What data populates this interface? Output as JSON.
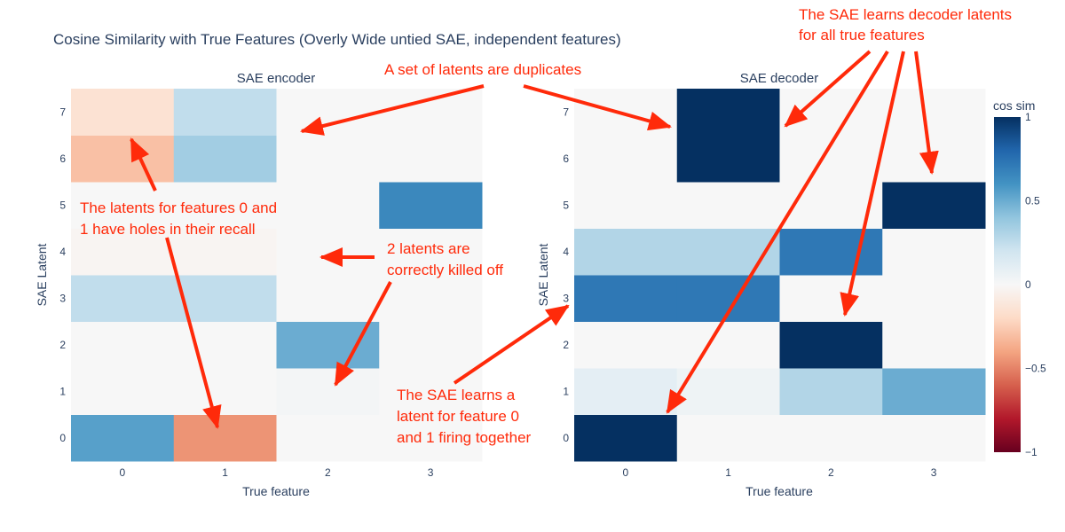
{
  "chart_data": {
    "type": "heatmap",
    "title": "Cosine Similarity with True Features (Overly Wide untied SAE, independent features)",
    "panels": [
      {
        "subtitle": "SAE encoder",
        "xlabel": "True feature",
        "ylabel": "SAE Latent",
        "x": [
          0,
          1,
          2,
          3
        ],
        "y": [
          0,
          1,
          2,
          3,
          4,
          5,
          6,
          7
        ],
        "z": [
          [
            0.55,
            -0.45,
            0.0,
            0.0
          ],
          [
            0.0,
            0.0,
            0.02,
            0.0
          ],
          [
            0.0,
            0.0,
            0.5,
            0.0
          ],
          [
            0.25,
            0.25,
            0.0,
            0.0
          ],
          [
            -0.02,
            -0.02,
            0.0,
            0.0
          ],
          [
            0.0,
            0.0,
            0.0,
            0.65
          ],
          [
            -0.3,
            0.35,
            0.0,
            0.0
          ],
          [
            -0.15,
            0.25,
            0.0,
            0.0
          ]
        ]
      },
      {
        "subtitle": "SAE decoder",
        "xlabel": "True feature",
        "ylabel": "",
        "x": [
          0,
          1,
          2,
          3
        ],
        "y": [
          0,
          1,
          2,
          3,
          4,
          5,
          6,
          7
        ],
        "z": [
          [
            1.0,
            0.0,
            0.0,
            0.0
          ],
          [
            0.1,
            0.05,
            0.3,
            0.5
          ],
          [
            0.0,
            0.0,
            1.0,
            0.0
          ],
          [
            0.72,
            0.72,
            0.0,
            0.0
          ],
          [
            0.3,
            0.3,
            0.72,
            0.0
          ],
          [
            0.0,
            0.0,
            0.0,
            1.0
          ],
          [
            0.0,
            1.0,
            0.0,
            0.0
          ],
          [
            0.0,
            1.0,
            0.0,
            0.0
          ]
        ]
      }
    ],
    "colorbar": {
      "title": "cos sim",
      "zmin": -1,
      "zmax": 1,
      "ticks": [
        1,
        0.5,
        0,
        -0.5,
        -1
      ],
      "tick_labels": [
        "1",
        "0.5",
        "0",
        "−0.5",
        "−1"
      ],
      "colorscale": "RdBu"
    }
  },
  "annotations": {
    "duplicates": "A set of latents are duplicates",
    "decoder_all_line1": "The SAE learns decoder latents",
    "decoder_all_line2": "for all true features",
    "holes_line1": "The latents for features 0 and",
    "holes_line2": "1 have holes in their recall",
    "killed_line1": "2 latents are",
    "killed_line2": "correctly killed off",
    "together_line1": "The SAE learns a",
    "together_line2": "latent for feature 0",
    "together_line3": "and 1 firing together"
  },
  "colors": {
    "annotation": "#ff2a0a",
    "text": "#2a3f5f",
    "background": "#ffffff",
    "plot_background": "#f7f7f7"
  }
}
